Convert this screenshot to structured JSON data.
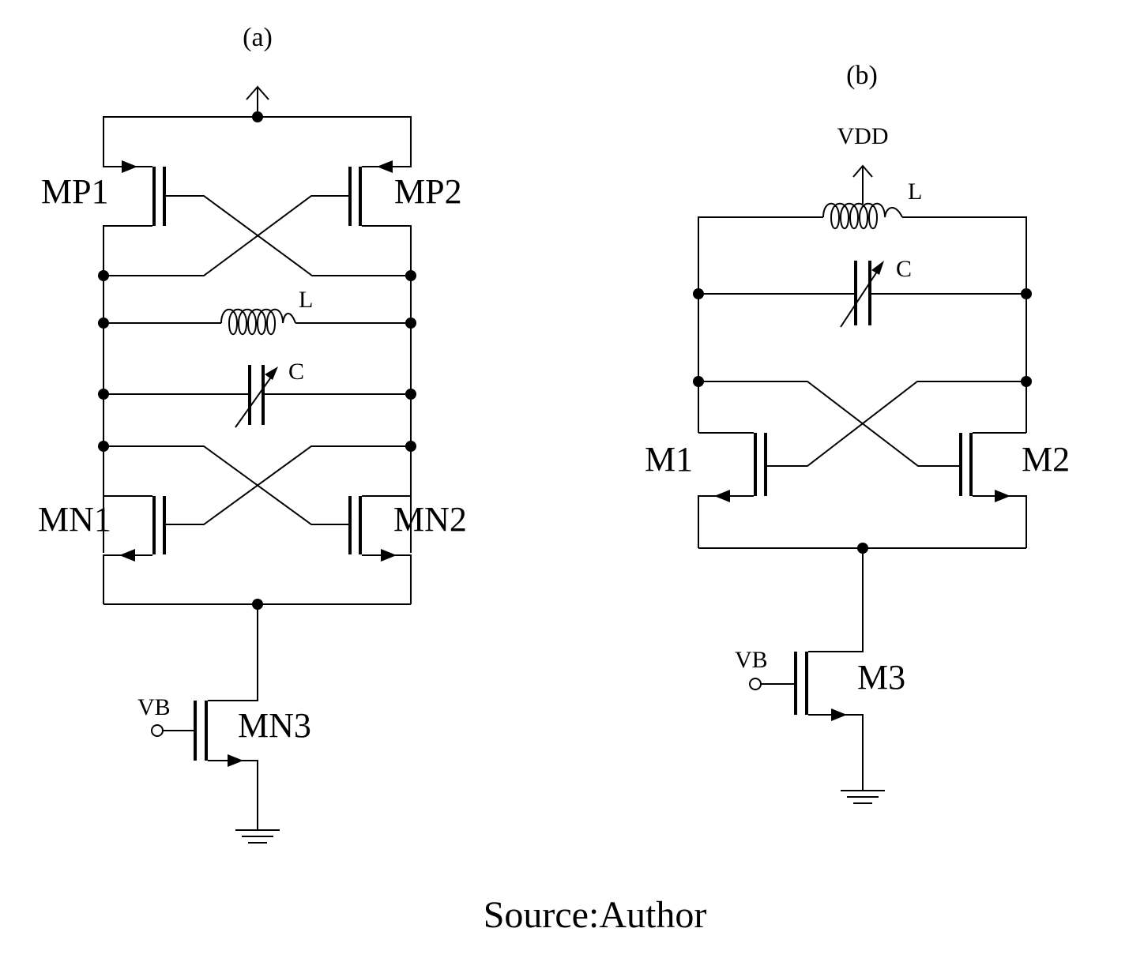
{
  "figure": {
    "caption": "Source:Author",
    "panel_a": {
      "title": "(a)",
      "transistors": {
        "mp1": "MP1",
        "mp2": "MP2",
        "mn1": "MN1",
        "mn2": "MN2",
        "mn3": "MN3"
      },
      "inductor": "L",
      "capacitor": "C",
      "bias": "VB"
    },
    "panel_b": {
      "title": "(b)",
      "supply": "VDD",
      "transistors": {
        "m1": "M1",
        "m2": "M2",
        "m3": "M3"
      },
      "inductor": "L",
      "capacitor": "C",
      "bias": "VB"
    }
  }
}
